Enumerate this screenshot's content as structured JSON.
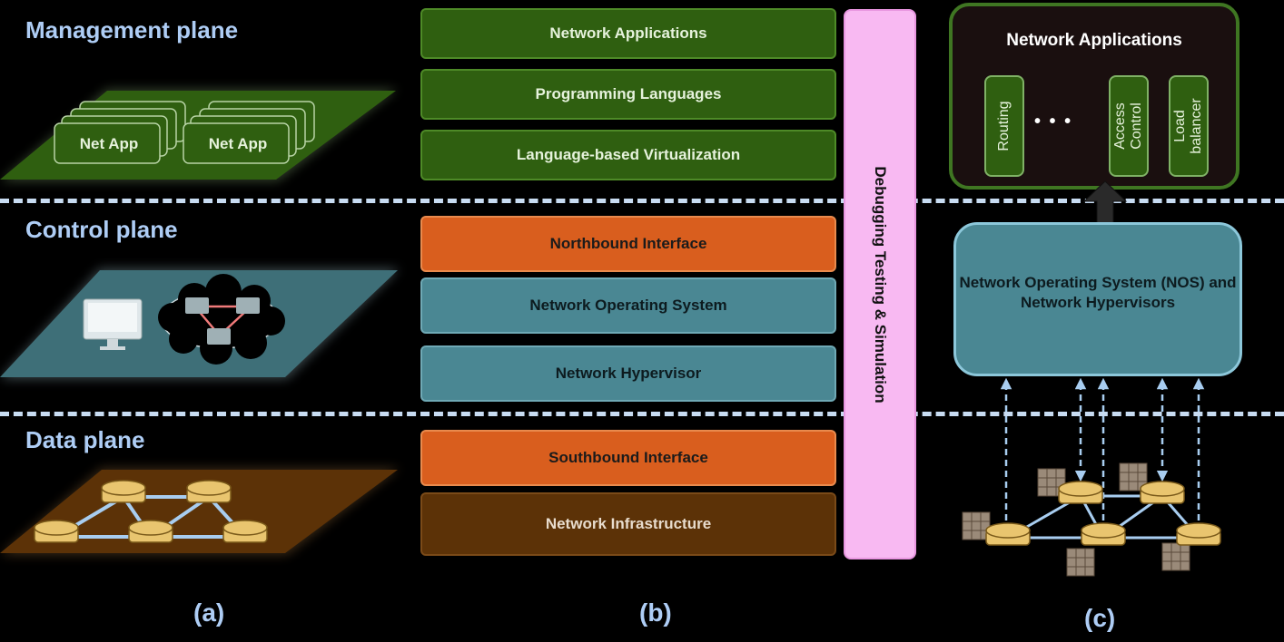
{
  "planes": {
    "management": "Management plane",
    "control": "Control plane",
    "data": "Data plane"
  },
  "panel_a": {
    "net_app_1": "Net App",
    "net_app_2": "Net App"
  },
  "layers": {
    "network_applications": "Network Applications",
    "programming_languages": "Programming Languages",
    "language_virtualization": "Language-based Virtualization",
    "northbound_interface": "Northbound Interface",
    "network_operating_system": "Network Operating System",
    "network_hypervisor": "Network Hypervisor",
    "southbound_interface": "Southbound Interface",
    "network_infrastructure": "Network Infrastructure"
  },
  "debug_bar": "Debugging Testing & Simulation",
  "panel_c": {
    "apps_title": "Network Applications",
    "apps": [
      "Routing",
      "Access Control",
      "Load balancer"
    ],
    "ellipsis": "• • •",
    "nos_text": "Network Operating System (NOS) and Network Hypervisors"
  },
  "captions": {
    "a": "(a)",
    "b": "(b)",
    "c": "(c)"
  },
  "colors": {
    "management": "#2f5f10",
    "control": "#4a8793",
    "northbound_southbound": "#d95e1e",
    "infrastructure": "#5c3207",
    "debug": "#f8b9f2",
    "title": "#aecdf5"
  }
}
